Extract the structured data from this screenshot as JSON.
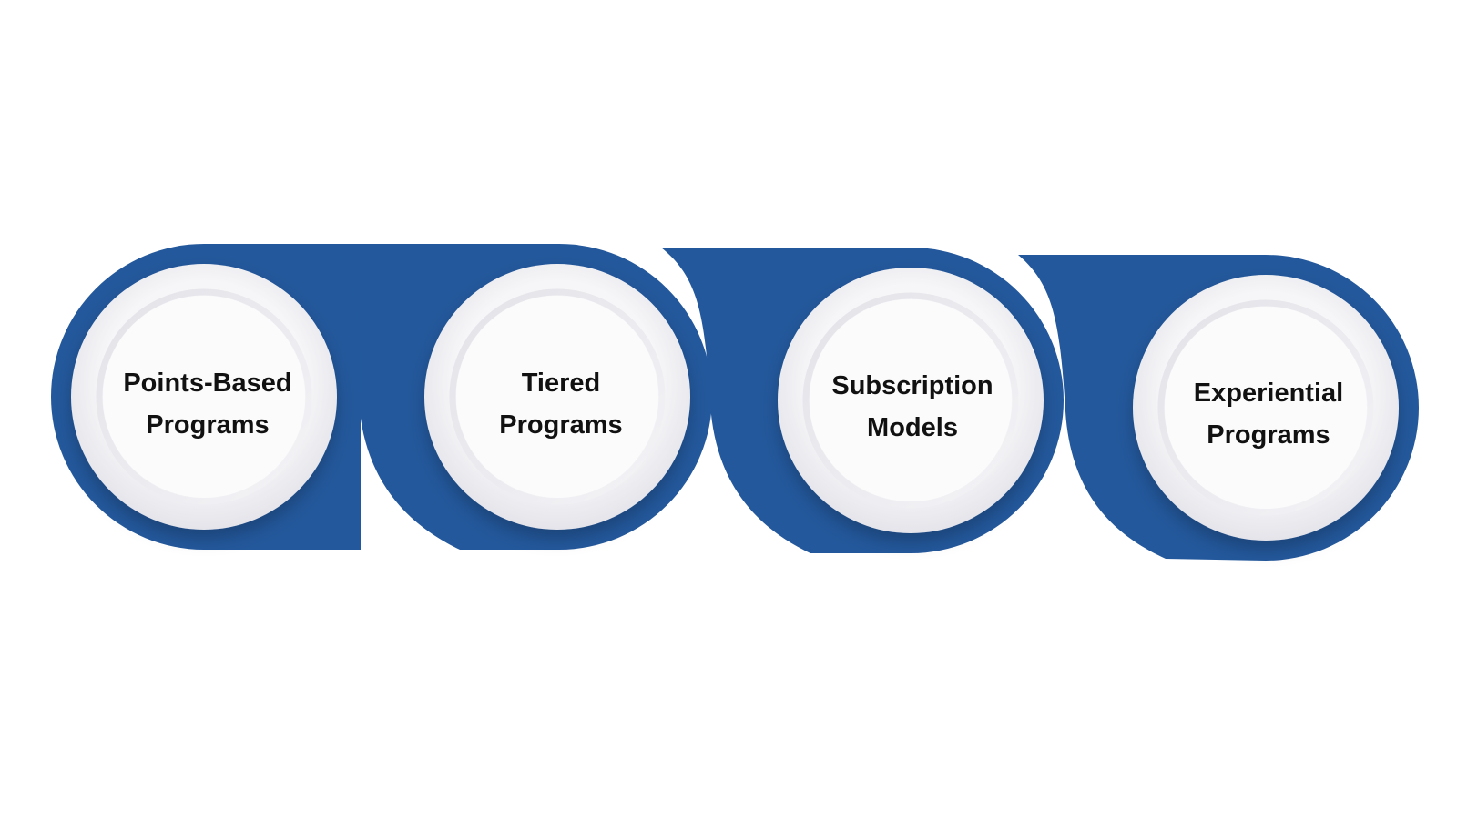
{
  "colors": {
    "band": "#23589c",
    "band_dark": "#1e4a86",
    "disc_light": "#f7f7f9",
    "disc_mid": "#e9e9ee",
    "text": "#111111"
  },
  "steps": [
    {
      "title_line1": "Points-Based",
      "title_line2": "Programs"
    },
    {
      "title_line1": "Tiered",
      "title_line2": "Programs"
    },
    {
      "title_line1": "Subscription",
      "title_line2": "Models"
    },
    {
      "title_line1": "Experiential",
      "title_line2": "Programs"
    }
  ]
}
